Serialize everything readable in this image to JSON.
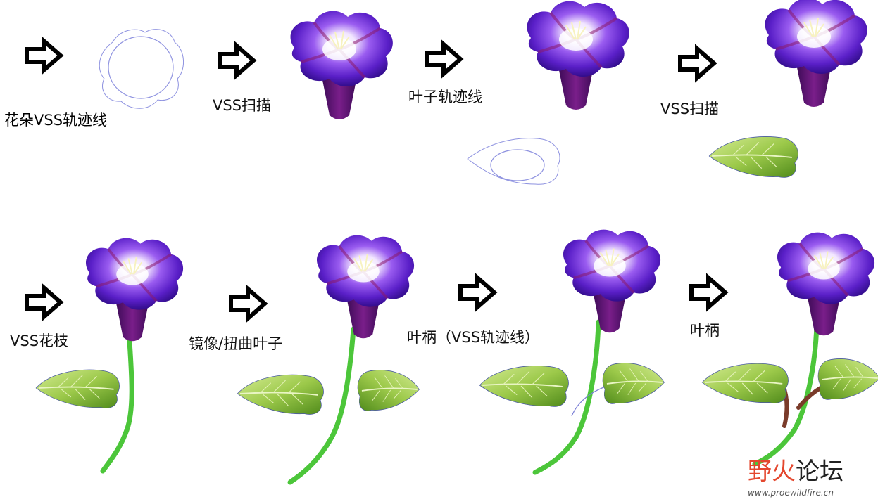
{
  "labels": {
    "flower_path": "花朵VSS轨迹线",
    "vss_sweep_1": "VSS扫描",
    "leaf_path": "叶子轨迹线",
    "vss_sweep_2": "VSS扫描",
    "vss_stem": "VSS花枝",
    "mirror_twist": "镜像/扭曲叶子",
    "petiole_path": "叶柄（VSS轨迹线）",
    "petiole": "叶柄"
  },
  "watermark": {
    "name_part1": "野火",
    "name_part2": "论坛",
    "url": "www.proewildfire.cn"
  },
  "colors": {
    "petal": "#5a1fc8",
    "petal_deep": "#2c0a82",
    "petal_edge": "#7a1060",
    "center": "#ffffff",
    "tube": "#5a1478",
    "leaf_light": "#bfe07a",
    "leaf_dark": "#5f9a22",
    "stem": "#4cc63a",
    "petiole_brown": "#7a3b2a",
    "wire": "#7b7fd6",
    "arrow": "#000000",
    "watermark_red": "#e4472e"
  },
  "icons": {
    "step_arrow": "right-arrow-icon"
  }
}
